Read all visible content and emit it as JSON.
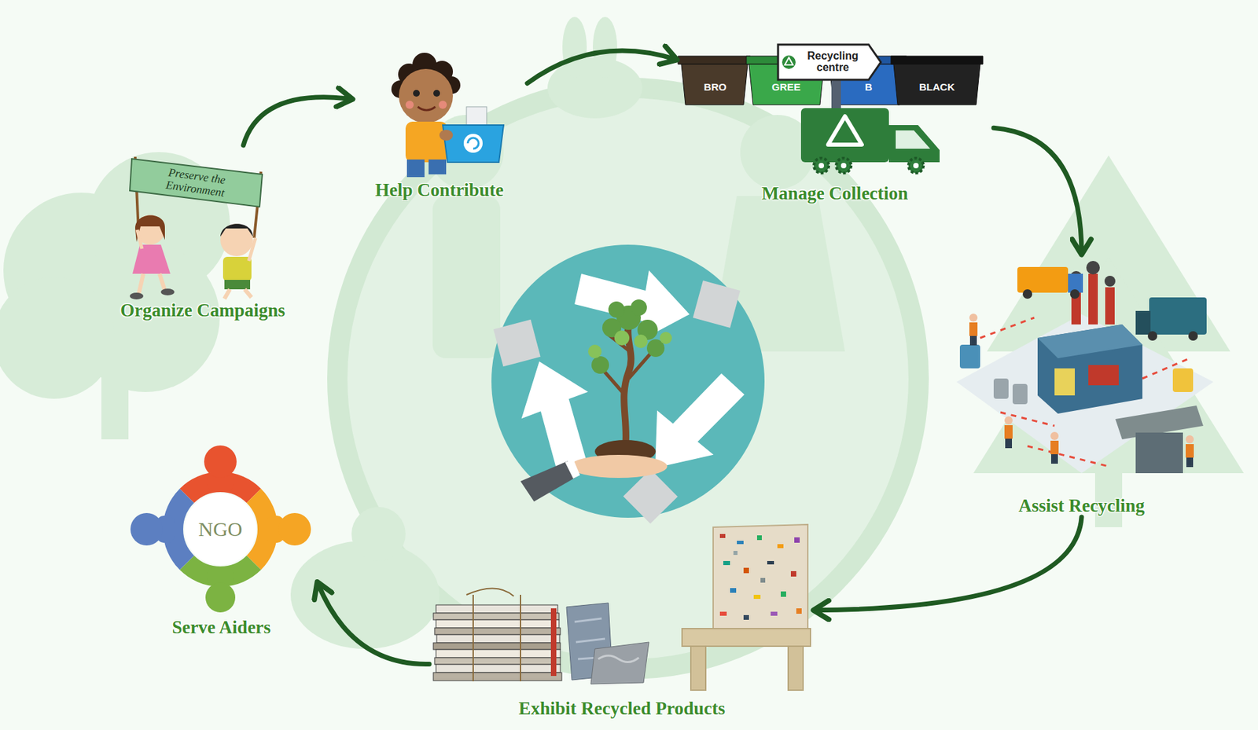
{
  "diagram": {
    "nodes": [
      {
        "text": [
          "Organize Campaigns"
        ]
      },
      {
        "text": [
          "Help Contribute"
        ]
      },
      {
        "text": [
          "Manage Collection"
        ]
      },
      {
        "text": [
          "Assist Recycling"
        ]
      },
      {
        "text": [
          "Exhibit Recycled Products"
        ]
      },
      {
        "text": [
          "Serve Aiders"
        ]
      },
      {
        "text": [
          "NGO"
        ],
        "in": 5
      }
    ],
    "edges": [
      {
        "from": 0,
        "to": 1,
        "arrow": "to"
      },
      {
        "from": 1,
        "to": 2,
        "arrow": "to"
      },
      {
        "from": 2,
        "to": 3,
        "arrow": "to"
      },
      {
        "from": 3,
        "to": 4,
        "arrow": "to"
      },
      {
        "from": 4,
        "to": 5,
        "arrow": "to"
      }
    ],
    "labels": [
      "Preserve the Environment",
      "Recycling centre",
      "BRO",
      "GREE",
      "B",
      "BLACK"
    ]
  }
}
